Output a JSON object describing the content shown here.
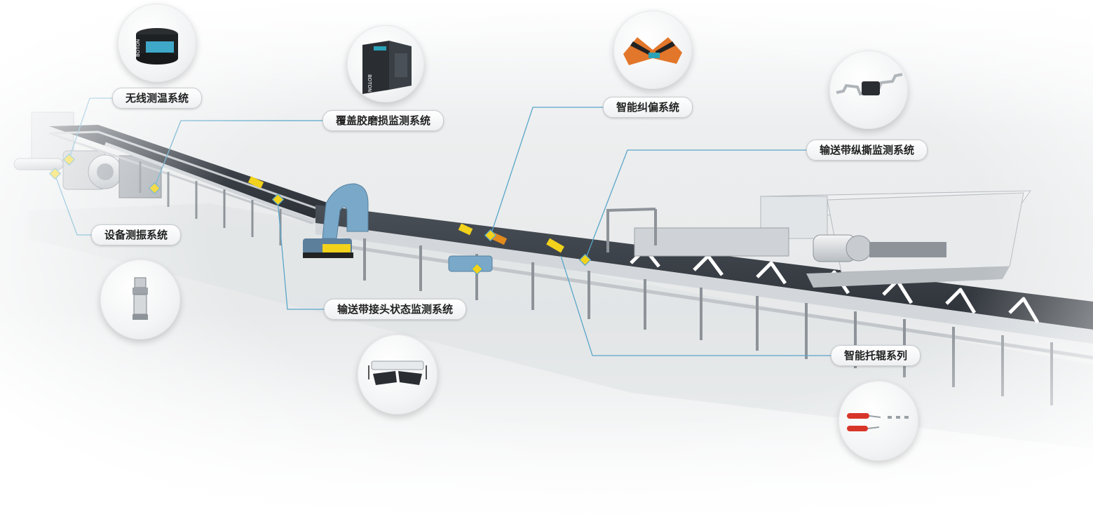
{
  "labels": {
    "wireless_temp": "无线测温系统",
    "cover_wear": "覆盖胶磨损监测系统",
    "smart_tracking": "智能纠偏系统",
    "longitudinal_tear": "输送带纵撕监测系统",
    "vibration": "设备测振系统",
    "belt_joint": "输送带接头状态监测系统",
    "smart_idler": "智能托辊系列"
  },
  "product_text": {
    "temp_sensor_brand": "BOTON",
    "cabinet_brand": "BOTON"
  },
  "colors": {
    "leader_line": "#5aa6c9",
    "marker": "#f2d21b",
    "frame": "#8d9399",
    "belt": "#3a3f45",
    "chute": "#6f9fc0",
    "roller_red": "#d8352a"
  },
  "icons": {
    "marker": "diamond-marker-icon"
  }
}
